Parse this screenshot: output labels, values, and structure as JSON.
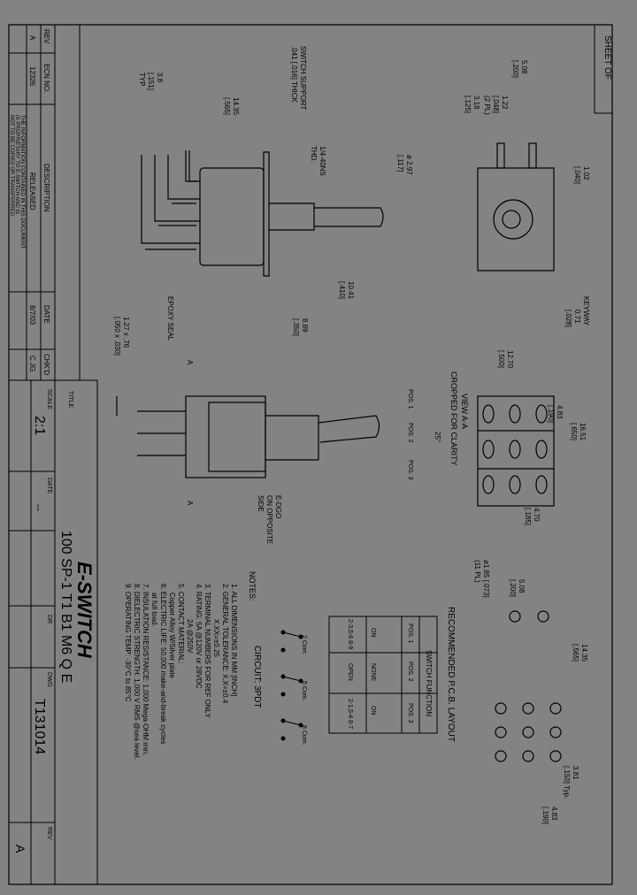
{
  "sheet_label": "SHEET OF",
  "title_block": {
    "rev_header": "REV",
    "ecn_header": "ECN NO.",
    "desc_header": "DESCRIPTION",
    "date_header": "DATE",
    "chkd_header": "CHK'D",
    "rev": "A",
    "ecn": "12326",
    "desc": "RELEASED",
    "date": "8/7/03",
    "chkd": "C.JG",
    "proprietary": [
      "THE INFORMATION CONTAINED IN THIS DOCUMENT",
      "IS PROPRIETARY TO E-SWITCH AND IS",
      "NOT TO BE COPIED OR TRANSFERRED"
    ],
    "title_label": "TITLE",
    "scale_label": "SCALE",
    "scale": "2:1",
    "date_label": "DATE",
    "date_value": "--",
    "part_title": "100 SP-1 T1 B1 M6 Q E",
    "dr_label": "DR",
    "dwg_label": "DWG",
    "dwg_no": "T131014",
    "rev_label": "REV",
    "rev_value": "A",
    "logo": "E-SWITCH"
  },
  "dims": {
    "d1": "3.8",
    "d1b": "[.151]",
    "d1c": "TYP",
    "d2": "14.35",
    "d2b": "[.565]",
    "support1": "SWITCH SUPPORT",
    "support2": ".041 [.016] THICK",
    "thd1": "1/4-40NS",
    "thd2": "THD.",
    "dia1": "ø 2.97",
    "dia2": "[.117]",
    "d3": "10.41",
    "d3b": "[.410]",
    "d4": "8.89",
    "d4b": "[.350]",
    "epoxy": "EPOXY SEAL",
    "d5": "1.27 x .76",
    "d5b": "[.050 x .030]",
    "d6": "5.08",
    "d6b": "[.200]",
    "d7": "1.22",
    "d7b": "[.048]",
    "d7c": "(2 PL)",
    "d8": "3.18",
    "d8b": "[.125]",
    "d9": "1.02",
    "d9b": "[.040]",
    "keyway": "KEYWAY",
    "d10": "0.71",
    "d10b": "[.028]",
    "d11": "12.70",
    "d11b": "[.500]",
    "d12": "4.83",
    "d12b": "[.190]",
    "d13": "16.51",
    "d13b": "[.650]",
    "d14": "4.70",
    "d14b": "[.185]",
    "view1": "VIEW A-A",
    "view2": "CROPPED FOR CLARITY",
    "pos1": "POS. 1",
    "pos2": "POS. 2",
    "pos3": "POS. 3",
    "angle": "25°",
    "eco1": "E-DGO",
    "eco2": "ON OPPOSITE",
    "eco3": "SIDE",
    "arrow_a": "A"
  },
  "pcb": {
    "title": "RECOMMENDED P.C.B. LAYOUT",
    "hole1": "ø1.85 [.073]",
    "hole2": "(11 PL)",
    "d1": "5.08",
    "d1b": "[.200]",
    "d2": "14.35",
    "d2b": "[.565]",
    "d3": "3.81",
    "d3b": "[.150] Typ.",
    "d4": "4.83",
    "d4b": "[.190]"
  },
  "switch_function": {
    "title": "SWITCH FUNCTION",
    "headers": [
      "POS. 1",
      "POS. 2",
      "POS. 3"
    ],
    "states": [
      "ON",
      "NONE",
      "ON"
    ],
    "connections": [
      "2-3,5-6 8-9",
      "OPEN",
      "2-1,5-4 8-7"
    ]
  },
  "circuit": {
    "title": "CIRCUIT: 3PDT",
    "com1": "2 Com.",
    "com2": "5 Com.",
    "com3": "8 Com."
  },
  "notes": {
    "title": "NOTES:",
    "items": [
      "1. ALL DIMENSIONS IN MM [INCH]",
      "2. GENERAL TOLERANCE: X.X=±0.4",
      "                      X.XX=±0.25",
      "3. TERMINAL NUMBERS FOR REF ONLY",
      "4. RATING: 5A @120V or 28VDC",
      "            2A @250V",
      "5. CONTACT MATERIAL:",
      "   Copper Alloy W/Silver plate",
      "6. ELECTRIC LIFE: 50,000 make-and-break cycles",
      "   at full load.",
      "7. INSULATION RESISTANCE: 1,000 Mega-OHM min.",
      "8. DIELECTRIC STRENGTH: 1,000 V RMS @sea level.",
      "9. OPERATING TEMP: -30°C to 85°C"
    ]
  }
}
